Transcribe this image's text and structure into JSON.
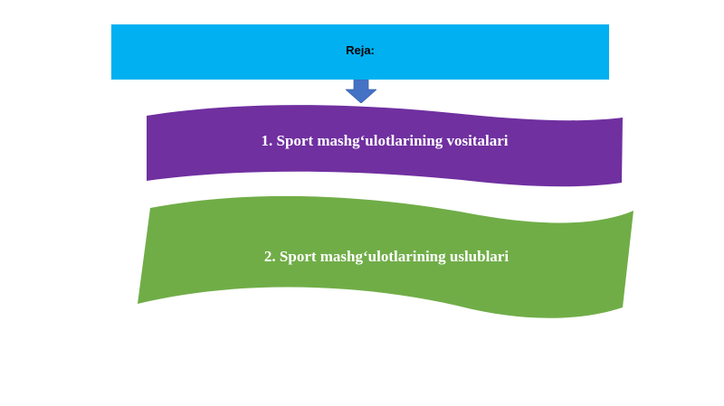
{
  "header": {
    "title": "Reja:",
    "color": "#00b0f0"
  },
  "arrow": {
    "icon": "arrow-down-icon",
    "color": "#4472c4"
  },
  "banners": [
    {
      "label": "1. Sport mashg‘ulotlarining vositalari",
      "color": "#7030a0"
    },
    {
      "label": "2. Sport mashg‘ulotlarining uslublari",
      "color": "#70ad47"
    }
  ]
}
